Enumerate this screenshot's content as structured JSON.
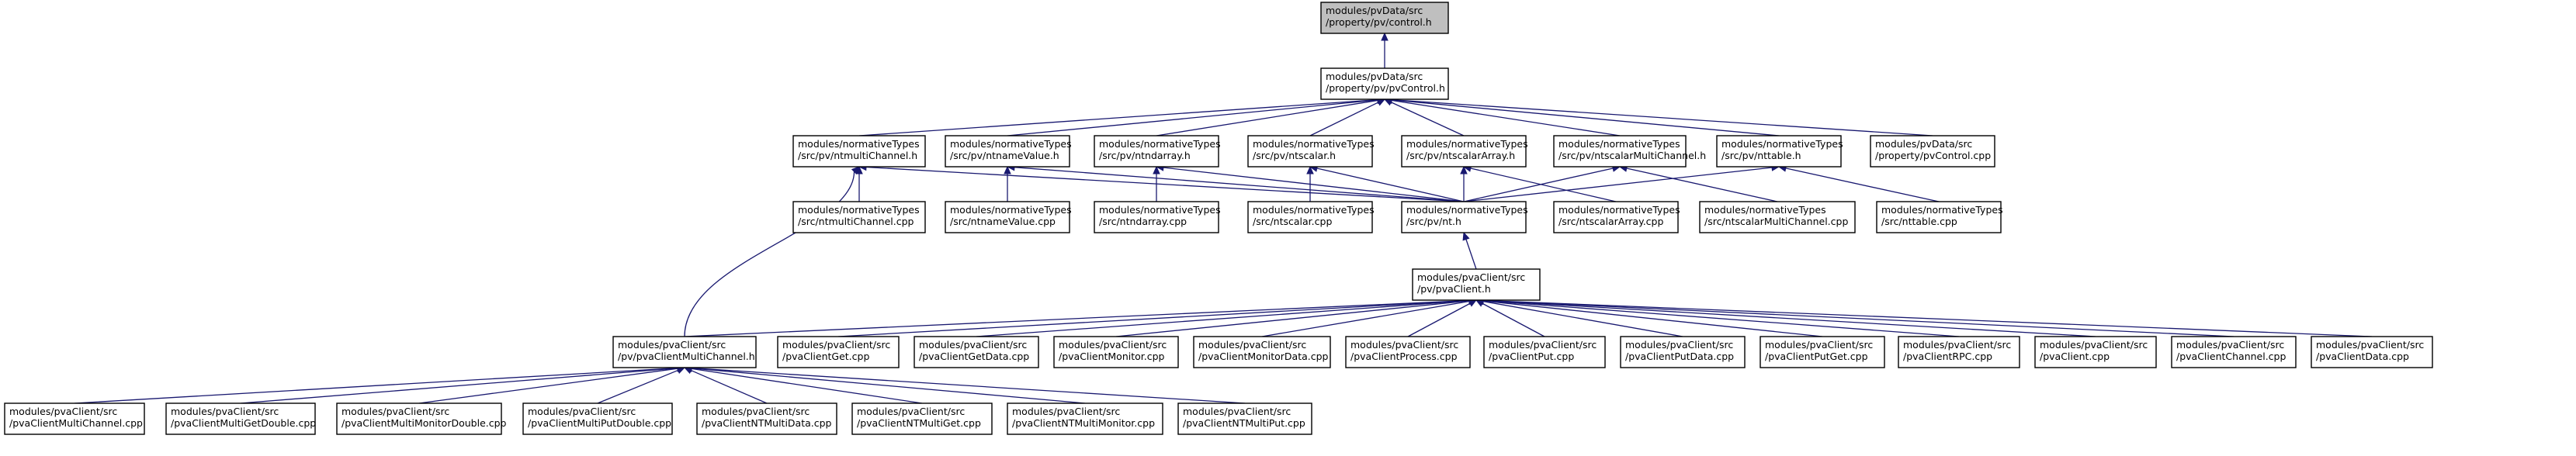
{
  "graph": {
    "colors": {
      "edge": "#191970",
      "root_fill": "#bfbfbf",
      "node_fill": "#ffffff",
      "node_border": "#000000"
    },
    "nodes": [
      {
        "id": "n_control_h",
        "lines": [
          "modules/pvData/src",
          "/property/pv/control.h"
        ],
        "root": true
      },
      {
        "id": "n_pvControl_h",
        "lines": [
          "modules/pvData/src",
          "/property/pv/pvControl.h"
        ]
      },
      {
        "id": "n_ntmultiChannel_h",
        "lines": [
          "modules/normativeTypes",
          "/src/pv/ntmultiChannel.h"
        ]
      },
      {
        "id": "n_ntnameValue_h",
        "lines": [
          "modules/normativeTypes",
          "/src/pv/ntnameValue.h"
        ]
      },
      {
        "id": "n_ntndarray_h",
        "lines": [
          "modules/normativeTypes",
          "/src/pv/ntndarray.h"
        ]
      },
      {
        "id": "n_ntscalar_h",
        "lines": [
          "modules/normativeTypes",
          "/src/pv/ntscalar.h"
        ]
      },
      {
        "id": "n_ntscalarArray_h",
        "lines": [
          "modules/normativeTypes",
          "/src/pv/ntscalarArray.h"
        ]
      },
      {
        "id": "n_ntscalarMultiChannel_h",
        "lines": [
          "modules/normativeTypes",
          "/src/pv/ntscalarMultiChannel.h"
        ]
      },
      {
        "id": "n_nttable_h",
        "lines": [
          "modules/normativeTypes",
          "/src/pv/nttable.h"
        ]
      },
      {
        "id": "n_pvControl_cpp",
        "lines": [
          "modules/pvData/src",
          "/property/pvControl.cpp"
        ]
      },
      {
        "id": "n_ntmultiChannel_cpp",
        "lines": [
          "modules/normativeTypes",
          "/src/ntmultiChannel.cpp"
        ]
      },
      {
        "id": "n_ntnameValue_cpp",
        "lines": [
          "modules/normativeTypes",
          "/src/ntnameValue.cpp"
        ]
      },
      {
        "id": "n_ntndarray_cpp",
        "lines": [
          "modules/normativeTypes",
          "/src/ntndarray.cpp"
        ]
      },
      {
        "id": "n_ntscalar_cpp",
        "lines": [
          "modules/normativeTypes",
          "/src/ntscalar.cpp"
        ]
      },
      {
        "id": "n_nt_h",
        "lines": [
          "modules/normativeTypes",
          "/src/pv/nt.h"
        ]
      },
      {
        "id": "n_ntscalarArray_cpp",
        "lines": [
          "modules/normativeTypes",
          "/src/ntscalarArray.cpp"
        ]
      },
      {
        "id": "n_ntscalarMultiChannel_cpp",
        "lines": [
          "modules/normativeTypes",
          "/src/ntscalarMultiChannel.cpp"
        ]
      },
      {
        "id": "n_nttable_cpp",
        "lines": [
          "modules/normativeTypes",
          "/src/nttable.cpp"
        ]
      },
      {
        "id": "n_pvaClient_h",
        "lines": [
          "modules/pvaClient/src",
          "/pv/pvaClient.h"
        ]
      },
      {
        "id": "n_pvaClientMultiChannel_h",
        "lines": [
          "modules/pvaClient/src",
          "/pv/pvaClientMultiChannel.h"
        ]
      },
      {
        "id": "n_pvaClientGet_cpp",
        "lines": [
          "modules/pvaClient/src",
          "/pvaClientGet.cpp"
        ]
      },
      {
        "id": "n_pvaClientGetData_cpp",
        "lines": [
          "modules/pvaClient/src",
          "/pvaClientGetData.cpp"
        ]
      },
      {
        "id": "n_pvaClientMonitor_cpp",
        "lines": [
          "modules/pvaClient/src",
          "/pvaClientMonitor.cpp"
        ]
      },
      {
        "id": "n_pvaClientMonitorData_cpp",
        "lines": [
          "modules/pvaClient/src",
          "/pvaClientMonitorData.cpp"
        ]
      },
      {
        "id": "n_pvaClientProcess_cpp",
        "lines": [
          "modules/pvaClient/src",
          "/pvaClientProcess.cpp"
        ]
      },
      {
        "id": "n_pvaClientPut_cpp",
        "lines": [
          "modules/pvaClient/src",
          "/pvaClientPut.cpp"
        ]
      },
      {
        "id": "n_pvaClientPutData_cpp",
        "lines": [
          "modules/pvaClient/src",
          "/pvaClientPutData.cpp"
        ]
      },
      {
        "id": "n_pvaClientPutGet_cpp",
        "lines": [
          "modules/pvaClient/src",
          "/pvaClientPutGet.cpp"
        ]
      },
      {
        "id": "n_pvaClientRPC_cpp",
        "lines": [
          "modules/pvaClient/src",
          "/pvaClientRPC.cpp"
        ]
      },
      {
        "id": "n_pvaClient_cpp",
        "lines": [
          "modules/pvaClient/src",
          "/pvaClient.cpp"
        ]
      },
      {
        "id": "n_pvaClientChannel_cpp",
        "lines": [
          "modules/pvaClient/src",
          "/pvaClientChannel.cpp"
        ]
      },
      {
        "id": "n_pvaClientData_cpp",
        "lines": [
          "modules/pvaClient/src",
          "/pvaClientData.cpp"
        ]
      },
      {
        "id": "n_pvaClientMultiChannel_cpp",
        "lines": [
          "modules/pvaClient/src",
          "/pvaClientMultiChannel.cpp"
        ]
      },
      {
        "id": "n_pvaClientMultiGetDouble_cpp",
        "lines": [
          "modules/pvaClient/src",
          "/pvaClientMultiGetDouble.cpp"
        ]
      },
      {
        "id": "n_pvaClientMultiMonitorDouble_cpp",
        "lines": [
          "modules/pvaClient/src",
          "/pvaClientMultiMonitorDouble.cpp"
        ]
      },
      {
        "id": "n_pvaClientMultiPutDouble_cpp",
        "lines": [
          "modules/pvaClient/src",
          "/pvaClientMultiPutDouble.cpp"
        ]
      },
      {
        "id": "n_pvaClientNTMultiData_cpp",
        "lines": [
          "modules/pvaClient/src",
          "/pvaClientNTMultiData.cpp"
        ]
      },
      {
        "id": "n_pvaClientNTMultiGet_cpp",
        "lines": [
          "modules/pvaClient/src",
          "/pvaClientNTMultiGet.cpp"
        ]
      },
      {
        "id": "n_pvaClientNTMultiMonitor_cpp",
        "lines": [
          "modules/pvaClient/src",
          "/pvaClientNTMultiMonitor.cpp"
        ]
      },
      {
        "id": "n_pvaClientNTMultiPut_cpp",
        "lines": [
          "modules/pvaClient/src",
          "/pvaClientNTMultiPut.cpp"
        ]
      }
    ],
    "edges": [
      [
        "n_pvControl_h",
        "n_control_h"
      ],
      [
        "n_ntmultiChannel_h",
        "n_pvControl_h"
      ],
      [
        "n_ntnameValue_h",
        "n_pvControl_h"
      ],
      [
        "n_ntndarray_h",
        "n_pvControl_h"
      ],
      [
        "n_ntscalar_h",
        "n_pvControl_h"
      ],
      [
        "n_ntscalarArray_h",
        "n_pvControl_h"
      ],
      [
        "n_ntscalarMultiChannel_h",
        "n_pvControl_h"
      ],
      [
        "n_nttable_h",
        "n_pvControl_h"
      ],
      [
        "n_pvControl_cpp",
        "n_pvControl_h"
      ],
      [
        "n_ntmultiChannel_cpp",
        "n_ntmultiChannel_h"
      ],
      [
        "n_nt_h",
        "n_ntmultiChannel_h"
      ],
      [
        "n_pvaClientMultiChannel_h",
        "n_ntmultiChannel_h"
      ],
      [
        "n_ntnameValue_cpp",
        "n_ntnameValue_h"
      ],
      [
        "n_nt_h",
        "n_ntnameValue_h"
      ],
      [
        "n_ntndarray_cpp",
        "n_ntndarray_h"
      ],
      [
        "n_nt_h",
        "n_ntndarray_h"
      ],
      [
        "n_ntscalar_cpp",
        "n_ntscalar_h"
      ],
      [
        "n_nt_h",
        "n_ntscalar_h"
      ],
      [
        "n_ntscalarArray_cpp",
        "n_ntscalarArray_h"
      ],
      [
        "n_nt_h",
        "n_ntscalarArray_h"
      ],
      [
        "n_ntscalarMultiChannel_cpp",
        "n_ntscalarMultiChannel_h"
      ],
      [
        "n_nt_h",
        "n_ntscalarMultiChannel_h"
      ],
      [
        "n_nttable_cpp",
        "n_nttable_h"
      ],
      [
        "n_nt_h",
        "n_nttable_h"
      ],
      [
        "n_pvaClient_h",
        "n_nt_h"
      ],
      [
        "n_pvaClientMultiChannel_h",
        "n_pvaClient_h"
      ],
      [
        "n_pvaClientGet_cpp",
        "n_pvaClient_h"
      ],
      [
        "n_pvaClientGetData_cpp",
        "n_pvaClient_h"
      ],
      [
        "n_pvaClientMonitor_cpp",
        "n_pvaClient_h"
      ],
      [
        "n_pvaClientMonitorData_cpp",
        "n_pvaClient_h"
      ],
      [
        "n_pvaClientProcess_cpp",
        "n_pvaClient_h"
      ],
      [
        "n_pvaClientPut_cpp",
        "n_pvaClient_h"
      ],
      [
        "n_pvaClientPutData_cpp",
        "n_pvaClient_h"
      ],
      [
        "n_pvaClientPutGet_cpp",
        "n_pvaClient_h"
      ],
      [
        "n_pvaClientRPC_cpp",
        "n_pvaClient_h"
      ],
      [
        "n_pvaClient_cpp",
        "n_pvaClient_h"
      ],
      [
        "n_pvaClientChannel_cpp",
        "n_pvaClient_h"
      ],
      [
        "n_pvaClientData_cpp",
        "n_pvaClient_h"
      ],
      [
        "n_pvaClientMultiChannel_cpp",
        "n_pvaClientMultiChannel_h"
      ],
      [
        "n_pvaClientMultiGetDouble_cpp",
        "n_pvaClientMultiChannel_h"
      ],
      [
        "n_pvaClientMultiMonitorDouble_cpp",
        "n_pvaClientMultiChannel_h"
      ],
      [
        "n_pvaClientMultiPutDouble_cpp",
        "n_pvaClientMultiChannel_h"
      ],
      [
        "n_pvaClientNTMultiData_cpp",
        "n_pvaClientMultiChannel_h"
      ],
      [
        "n_pvaClientNTMultiGet_cpp",
        "n_pvaClientMultiChannel_h"
      ],
      [
        "n_pvaClientNTMultiMonitor_cpp",
        "n_pvaClientMultiChannel_h"
      ],
      [
        "n_pvaClientNTMultiPut_cpp",
        "n_pvaClientMultiChannel_h"
      ]
    ]
  }
}
